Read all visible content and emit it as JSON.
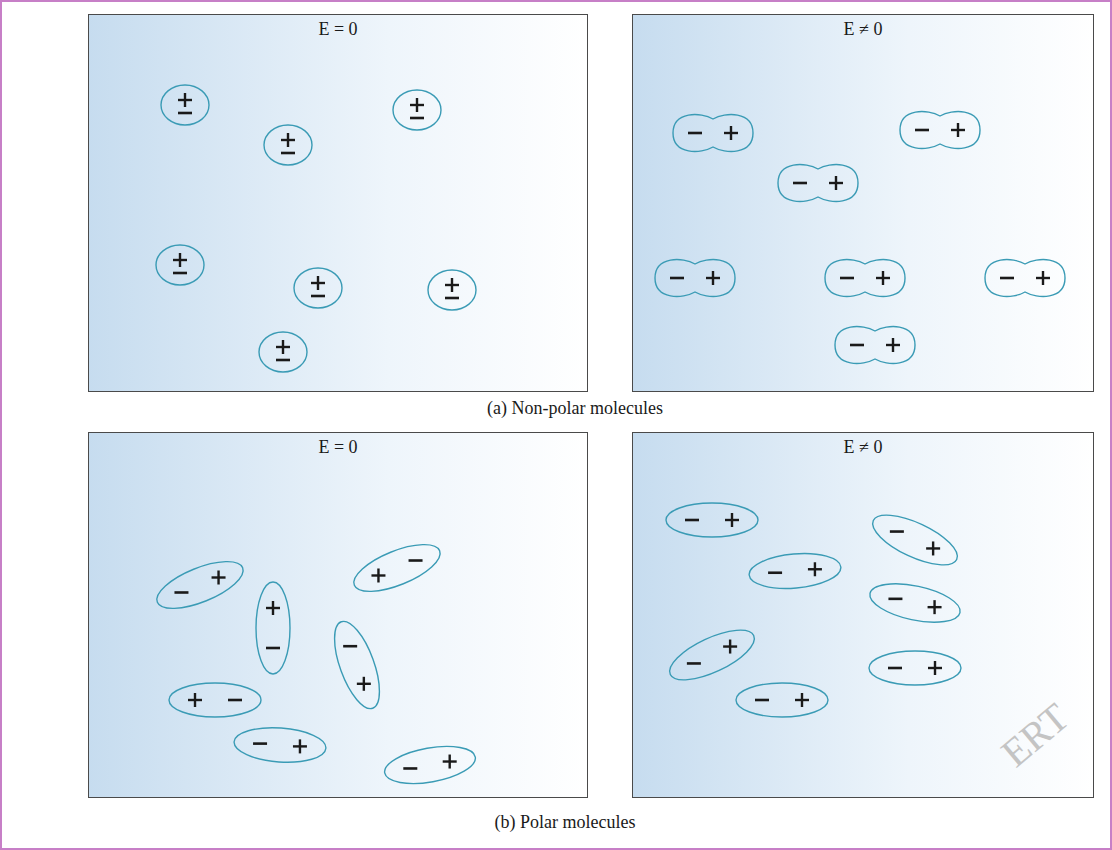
{
  "diagram": {
    "nodes": [
      {
        "text": [
          "E = 0"
        ]
      },
      {
        "text": [
          "E ≠ 0"
        ]
      },
      {
        "text": [
          "E = 0"
        ]
      },
      {
        "text": [
          "E ≠ 0"
        ]
      }
    ],
    "labels": [
      "(a) Non-polar molecules",
      "(b) Polar molecules",
      "ERT"
    ]
  }
}
